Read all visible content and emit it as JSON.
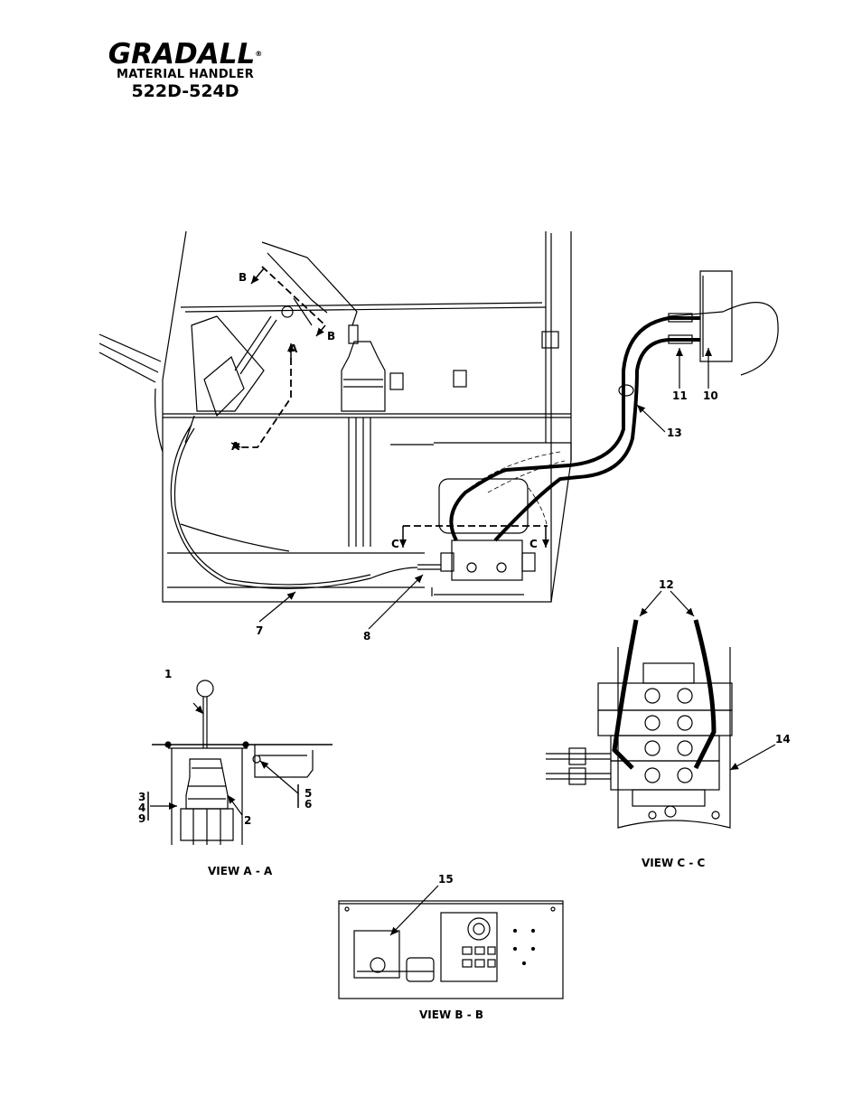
{
  "header": {
    "brand": "GRADALL",
    "registered_mark": "®",
    "subtitle": "MATERIAL HANDLER",
    "model": "522D-524D"
  },
  "sections": {
    "b_top": "B",
    "b_bottom": "B",
    "a_top": "A",
    "a_bottom": "A",
    "c_left": "C",
    "c_right": "C"
  },
  "callouts": {
    "c1": "1",
    "c2": "2",
    "c3": "3",
    "c4": "4",
    "c9": "9",
    "c5": "5",
    "c6": "6",
    "c7": "7",
    "c8": "8",
    "c10": "10",
    "c11": "11",
    "c12": "12",
    "c13": "13",
    "c14": "14",
    "c15": "15"
  },
  "views": {
    "view_aa": "VIEW A - A",
    "view_cc": "VIEW C - C",
    "view_bb": "VIEW B - B"
  }
}
